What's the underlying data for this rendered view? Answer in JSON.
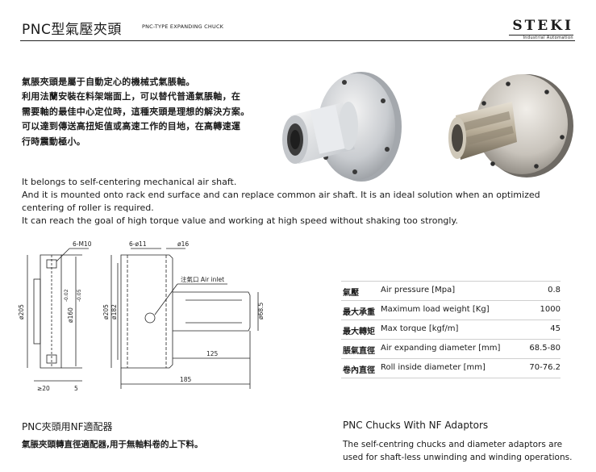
{
  "header": {
    "title_zh": "PNC型氣壓夾頭",
    "title_en": "PNC-TYPE EXPANDING CHUCK",
    "logo_word": "STEKI",
    "logo_sub": "Industrial Automation"
  },
  "intro": {
    "zh_lines": [
      "氣脹夾頭是屬于自動定心的機械式氣脹軸。",
      "利用法蘭安裝在料架端面上，可以替代普通氣脹軸，在",
      "需要軸的最佳中心定位時，這種夾頭是理想的解決方案。",
      "可以達到傳送高扭矩值或高速工作的目地，在高轉速運",
      "行時震動極小。"
    ],
    "en_lines": [
      "It belongs to self-centering mechanical air shaft.",
      "And it is mounted onto rack end surface and can replace common air shaft. It is an ideal solution when an optimized centering of roller is required.",
      "It can reach the goal of high torque value and working at high speed without shaking too strongly."
    ]
  },
  "drawing": {
    "labels": {
      "m10": "6-M10",
      "d205_left": "ø205",
      "d160": "ø160",
      "tol_upper": "-0.02",
      "tol_lower": "-0.05",
      "w20": "≥20",
      "w5": "5",
      "holes11": "6-ø11",
      "d16": "ø16",
      "air_inlet": "注氣口 Air inlet",
      "d205_right": "ø205",
      "d182": "ø182",
      "d68": "ø68.5",
      "l125": "125",
      "l185": "185"
    }
  },
  "specs": [
    {
      "zh": "氣壓",
      "en": "Air pressure [Mpa]",
      "value": "0.8"
    },
    {
      "zh": "最大承重",
      "en": "Maximum load weight [Kg]",
      "value": "1000"
    },
    {
      "zh": "最大轉矩",
      "en": "Max torque [kgf/m]",
      "value": "45"
    },
    {
      "zh": "脹氣直徑",
      "en": "Air expanding diameter [mm]",
      "value": "68.5-80"
    },
    {
      "zh": "卷內直徑",
      "en": "Roll inside diameter [mm]",
      "value": "70-76.2"
    }
  ],
  "adaptor_zh": {
    "title": "PNC夾頭用NF適配器",
    "body": "氣脹夾頭轉直徑適配器,用于無軸料卷的上下料。"
  },
  "adaptor_en": {
    "title": "PNC Chucks With NF Adaptors",
    "body_lines": [
      "The self-centring chucks and diameter adaptors are",
      "used for shaft-less unwinding and winding operations."
    ]
  }
}
